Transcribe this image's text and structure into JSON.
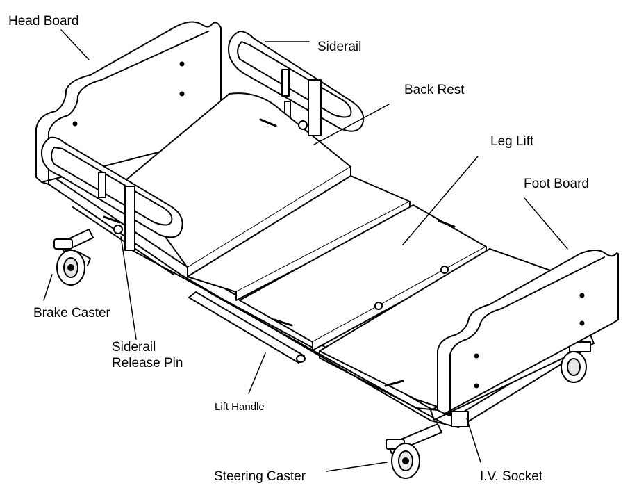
{
  "diagram": {
    "labels": {
      "head_board": "Head Board",
      "siderail": "Siderail",
      "back_rest": "Back Rest",
      "leg_lift": "Leg Lift",
      "foot_board": "Foot Board",
      "brake_caster": "Brake Caster",
      "siderail_release_pin_line1": "Siderail",
      "siderail_release_pin_line2": "Release Pin",
      "lift_handle": "Lift Handle",
      "steering_caster": "Steering Caster",
      "iv_socket": "I.V. Socket"
    },
    "colors": {
      "line": "#000000",
      "fill": "#ffffff",
      "shade": "#e6e6e6"
    }
  }
}
